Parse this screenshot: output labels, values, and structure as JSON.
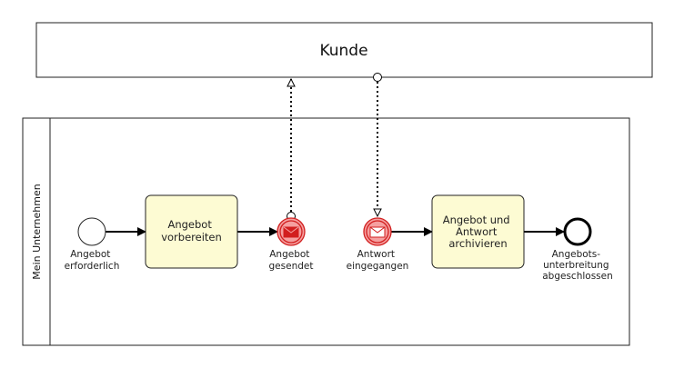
{
  "pools": {
    "customer": {
      "title": "Kunde"
    },
    "company": {
      "lane_title": "Mein Unternehmen"
    }
  },
  "events": {
    "start": {
      "label_lines": [
        "Angebot",
        "erforderlich"
      ]
    },
    "offer_sent": {
      "label_lines": [
        "Angebot",
        "gesendet"
      ]
    },
    "reply_received": {
      "label_lines": [
        "Antwort",
        "eingegangen"
      ]
    },
    "end": {
      "label_lines": [
        "Angebots-",
        "unterbreitung",
        "abgeschlossen"
      ]
    }
  },
  "tasks": {
    "prepare": {
      "label_lines": [
        "Angebot",
        "vorbereiten"
      ]
    },
    "archive": {
      "label_lines": [
        "Angebot und",
        "Antwort",
        "archivieren"
      ]
    }
  },
  "colors": {
    "task_fill": "#fdfbd3",
    "task_stroke": "#222222",
    "message_event_fill": "#f5a0a0",
    "message_event_stroke": "#d21f1f",
    "line": "#000000"
  }
}
